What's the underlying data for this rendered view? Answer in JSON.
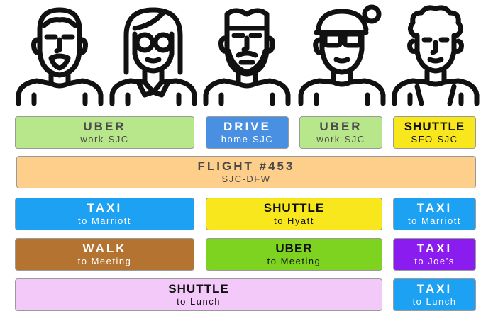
{
  "people": [
    {
      "name": "person-1-icon"
    },
    {
      "name": "person-2-icon"
    },
    {
      "name": "person-3-icon"
    },
    {
      "name": "person-4-icon"
    },
    {
      "name": "person-5-icon"
    }
  ],
  "rows": {
    "r1": [
      {
        "mode": "UBER",
        "sub": "work-SJC",
        "color": "#b8e68a"
      },
      {
        "mode": "DRIVE",
        "sub": "home-SJC",
        "color": "#4a90e2"
      },
      {
        "mode": "UBER",
        "sub": "work-SJC",
        "color": "#b8e68a"
      },
      {
        "mode": "SHUTTLE",
        "sub": "SFO-SJC",
        "color": "#f8e71c"
      }
    ],
    "r2": [
      {
        "mode": "FLIGHT #453",
        "sub": "SJC-DFW",
        "color": "#fecf8a"
      }
    ],
    "r3": [
      {
        "mode": "TAXI",
        "sub": "to Marriott",
        "color": "#1da1f2"
      },
      {
        "mode": "SHUTTLE",
        "sub": "to Hyatt",
        "color": "#f8e71c"
      },
      {
        "mode": "TAXI",
        "sub": "to Marriott",
        "color": "#1da1f2"
      }
    ],
    "r4": [
      {
        "mode": "WALK",
        "sub": "to Meeting",
        "color": "#b57331"
      },
      {
        "mode": "UBER",
        "sub": "to Meeting",
        "color": "#7ed321"
      },
      {
        "mode": "TAXI",
        "sub": "to Joe’s",
        "color": "#8b1cf0"
      }
    ],
    "r5": [
      {
        "mode": "SHUTTLE",
        "sub": "to Lunch",
        "color": "#f3c9fa"
      },
      {
        "mode": "TAXI",
        "sub": "to Lunch",
        "color": "#1da1f2"
      }
    ]
  }
}
